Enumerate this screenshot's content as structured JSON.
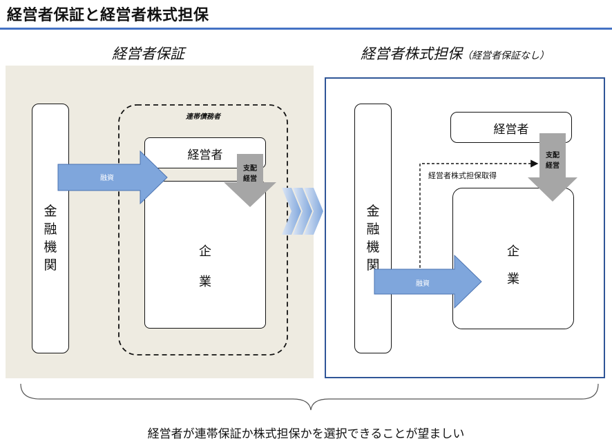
{
  "title": "経営者保証と経営者株式担保",
  "left": {
    "heading": "経営者保証",
    "bank": [
      "金",
      "融",
      "機",
      "関"
    ],
    "joint_label": "連帯債務者",
    "owner": "経営者",
    "company": [
      "企",
      "業"
    ],
    "loan": "融資",
    "control": [
      "支配",
      "経営"
    ]
  },
  "right": {
    "heading": "経営者株式担保",
    "heading_note": "（経営者保証なし）",
    "bank": [
      "金",
      "融",
      "機",
      "関"
    ],
    "owner": "経営者",
    "company": [
      "企",
      "業"
    ],
    "loan": "融資",
    "control": [
      "支配",
      "経営"
    ],
    "pledge": "経営者株式担保取得"
  },
  "conclusion": "経営者が連帯保証か株式担保かを選択できることが望ましい"
}
